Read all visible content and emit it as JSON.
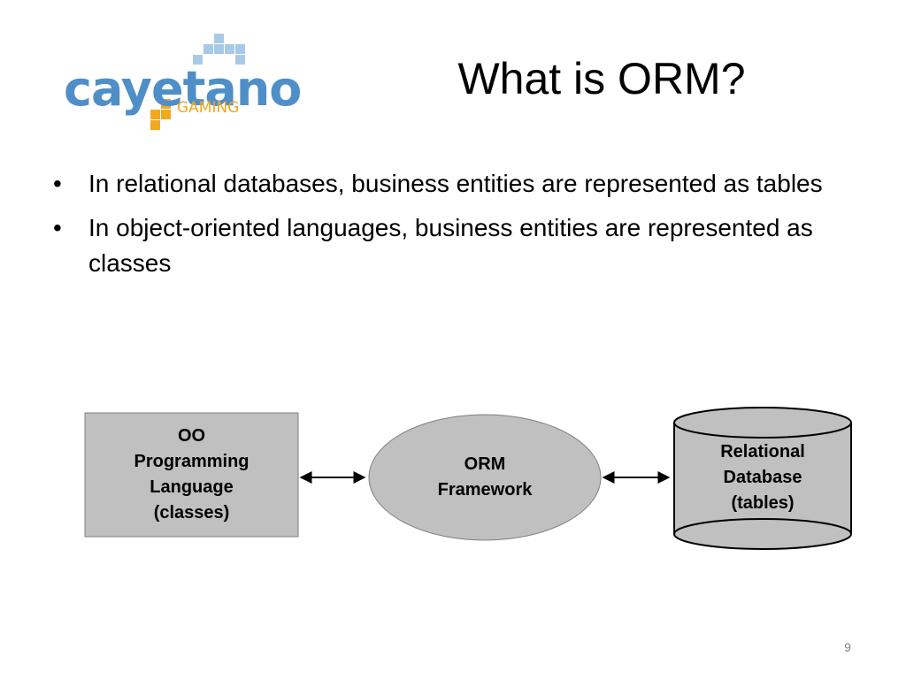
{
  "logo": {
    "brand": "cayetano",
    "sub": "GAMING",
    "colors": {
      "blue": "#4f8fc8",
      "lightblue": "#a9c9e8",
      "orange": "#f2a91d"
    }
  },
  "title": "What is ORM?",
  "bullets": [
    {
      "marker": "•",
      "text": "In relational databases, business entities are represented as tables"
    },
    {
      "marker": "•",
      "text": "In object-oriented languages, business entities are represented as classes"
    }
  ],
  "diagram": {
    "oo_box": {
      "lines": [
        "OO",
        "Programming",
        "Language",
        "(classes)"
      ]
    },
    "orm": {
      "lines": [
        "ORM",
        "Framework"
      ]
    },
    "db": {
      "lines": [
        "Relational",
        "Database",
        "(tables)"
      ]
    },
    "fill": "#c0c0c0"
  },
  "page_number": "9"
}
